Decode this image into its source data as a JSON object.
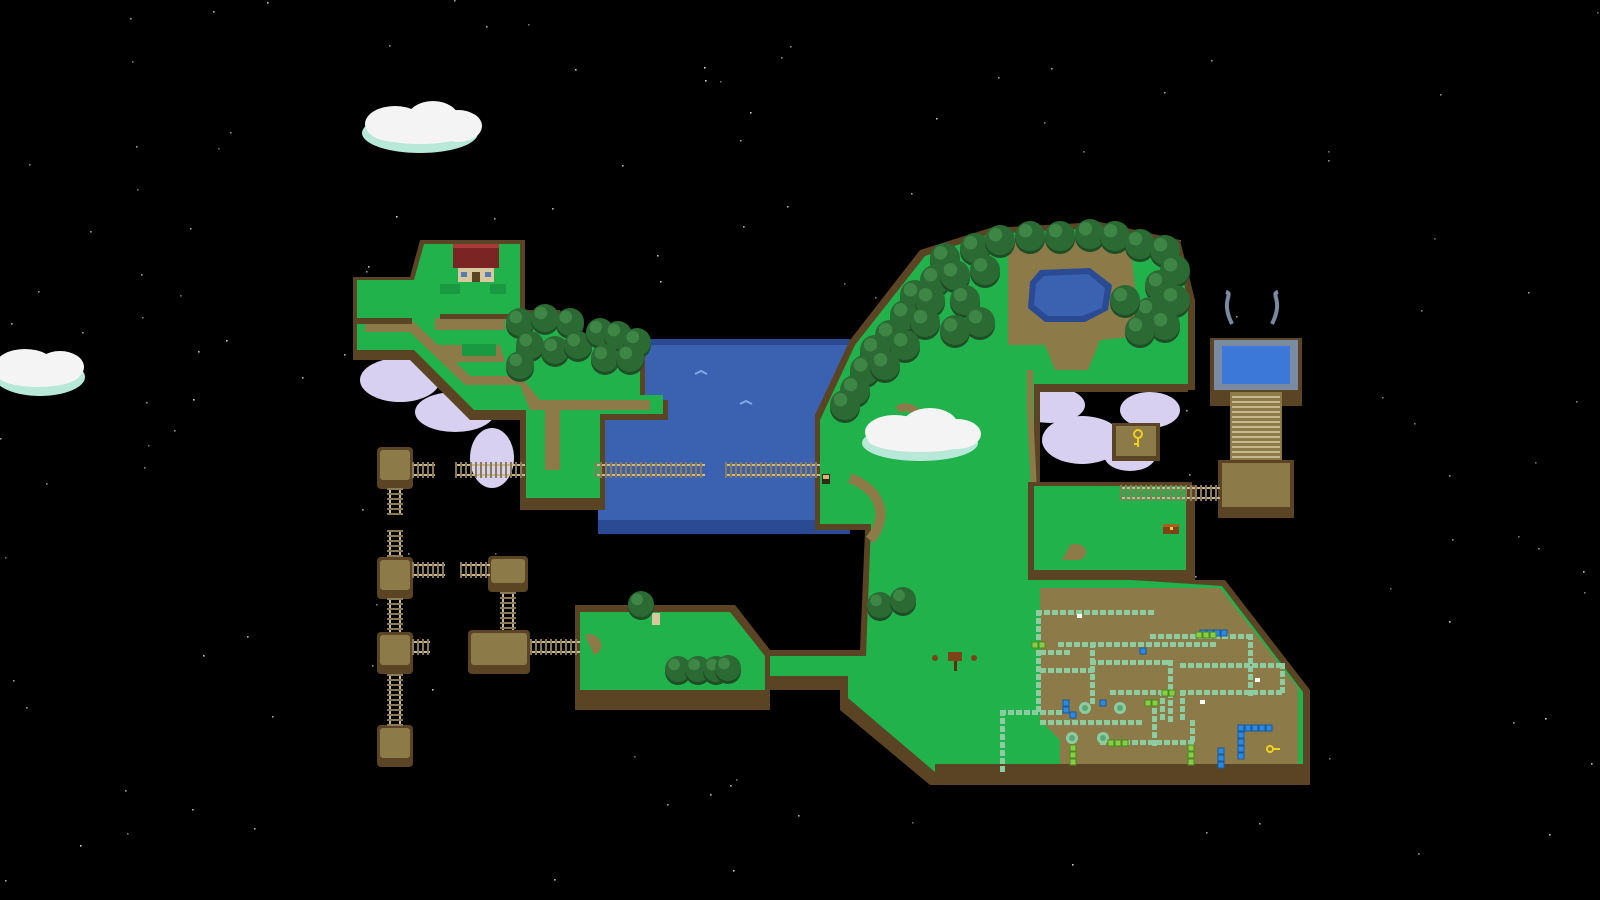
{
  "scene": {
    "name": "sky-island-overworld",
    "background": "#000000"
  },
  "palette": {
    "space": "#000000",
    "star": "#d8d8e8",
    "grass": "#22b24c",
    "grass_dark": "#1a9a40",
    "grass_light": "#46c866",
    "dirt": "#8c7a48",
    "dirt_dark": "#6e5c32",
    "cliff": "#5a4424",
    "cliff_light": "#8a6c3c",
    "water": "#3a62b0",
    "water_dark": "#2a4a94",
    "tree": "#2c6a34",
    "tree_dark": "#1d4e26",
    "tree_light": "#3f8646",
    "cloud": "#f4f4f4",
    "cloud_shade": "#b8e8d8",
    "mist": "#d8d0f0",
    "rail": "#c8b890",
    "rail_tie": "#8a7a56",
    "house_roof": "#7a2424",
    "house_wall": "#d8c8a0",
    "hedge_teal": "#8ccca0",
    "block_blue": "#2a8ae0",
    "block_green": "#8acc48",
    "gem_yellow": "#f0d020",
    "portal_frame": "#7a8aa0",
    "portal_screen": "#3c78d8"
  },
  "entities": [
    {
      "id": "player",
      "icon": "player-sprite"
    },
    {
      "id": "key",
      "icon": "key-icon"
    },
    {
      "id": "chest",
      "icon": "treasure-chest-icon"
    },
    {
      "id": "signpost",
      "icon": "signpost-icon"
    },
    {
      "id": "portal",
      "icon": "portal-monitor-icon"
    },
    {
      "id": "house",
      "icon": "house-icon"
    },
    {
      "id": "small-key",
      "icon": "small-key-icon"
    }
  ]
}
